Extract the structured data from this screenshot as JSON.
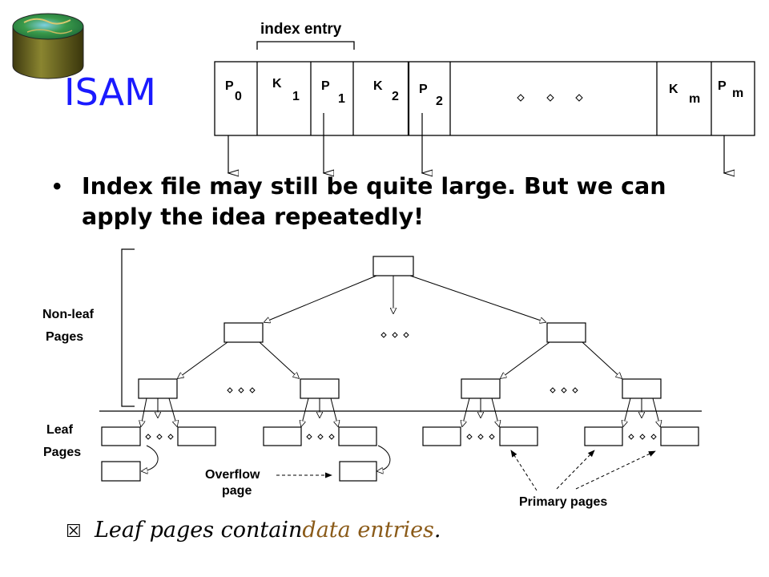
{
  "slide": {
    "title": "ISAM",
    "bullet": "Index file may still be quite large.  But we can apply the idea repeatedly!",
    "footer_pre": "Leaf pages contain ",
    "footer_highlight": "data entries",
    "footer_post": ".",
    "highlight_color": "#8a5a18",
    "title_color": "#1a1aff",
    "logo_icon": "database-cylinder-icon"
  },
  "index_entry": {
    "label": "index entry",
    "cells": [
      {
        "main": "P",
        "sub": "0"
      },
      {
        "main": "K",
        "sub": "1"
      },
      {
        "main": "P",
        "sub": "1"
      },
      {
        "main": "K",
        "sub": "2"
      },
      {
        "main": "P",
        "sub": "2"
      },
      {
        "main": "K",
        "sub": "m"
      },
      {
        "main": "P",
        "sub": "m"
      }
    ]
  },
  "tree": {
    "nonleaf_line1": "Non-leaf",
    "nonleaf_line2": "Pages",
    "leaf_line1": "Leaf",
    "leaf_line2": "Pages",
    "overflow_line1": "Overflow",
    "overflow_line2": "page",
    "primary_label": "Primary pages"
  }
}
